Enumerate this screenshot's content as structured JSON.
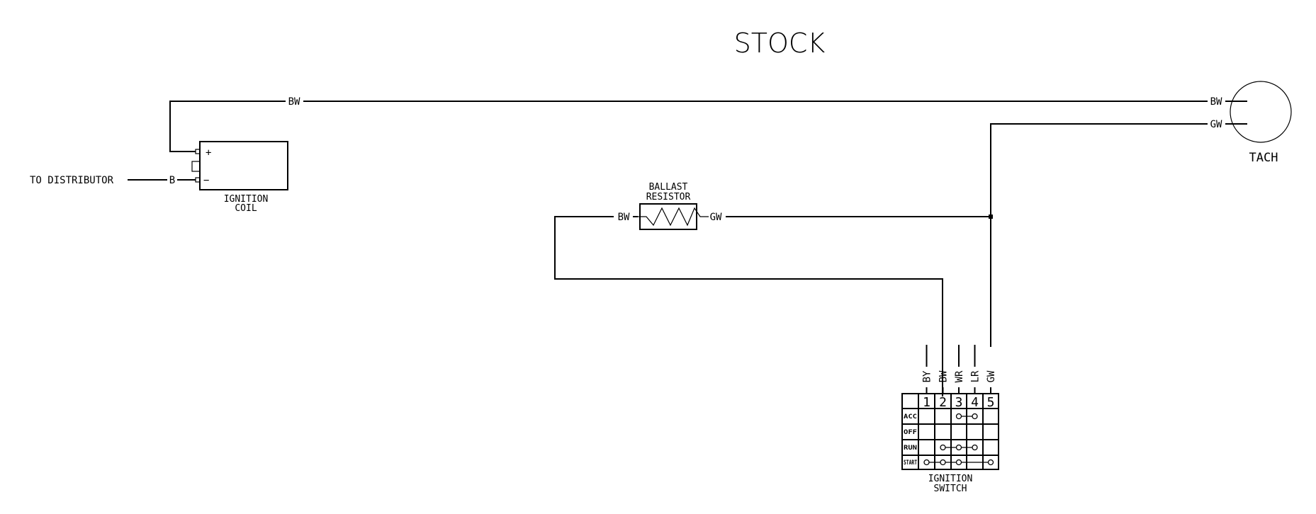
{
  "title": "STOCK",
  "coil": {
    "label_line1": "IGNITION",
    "label_line2": "COIL",
    "plus": "+",
    "minus": "−"
  },
  "distributor": {
    "label": "TO DISTRIBUTOR",
    "wire": "B"
  },
  "wires": {
    "coil_to_tach": "BW",
    "tach_bw": "BW",
    "tach_gw": "GW",
    "ballast_in": "BW",
    "ballast_out": "GW"
  },
  "ballast": {
    "label_line1": "BALLAST",
    "label_line2": "RESISTOR"
  },
  "tach": {
    "label": "TACH"
  },
  "switch": {
    "label_line1": "IGNITION",
    "label_line2": "SWITCH",
    "terminals": [
      {
        "num": "1",
        "wire": "BY"
      },
      {
        "num": "2",
        "wire": "BW"
      },
      {
        "num": "3",
        "wire": "WR"
      },
      {
        "num": "4",
        "wire": "LR"
      },
      {
        "num": "5",
        "wire": "GW"
      }
    ],
    "positions": [
      {
        "name": "ACC",
        "connected": [
          3,
          4
        ]
      },
      {
        "name": "OFF",
        "connected": []
      },
      {
        "name": "RUN",
        "connected": [
          2,
          3,
          4
        ]
      },
      {
        "name": "START",
        "connected": [
          1,
          2,
          3,
          5
        ]
      }
    ]
  }
}
